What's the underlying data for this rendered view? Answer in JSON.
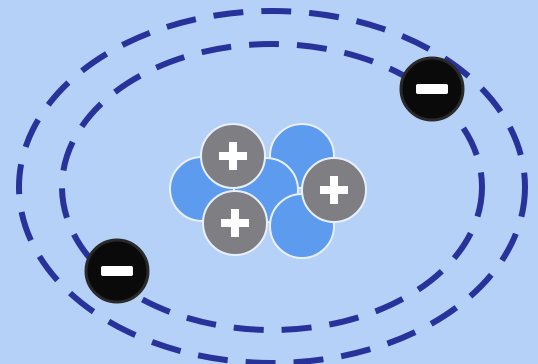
{
  "diagram": {
    "background": "#b6d1f8",
    "orbit_color": "#27339a",
    "particles": {
      "proton": {
        "color": "#7f7f83",
        "sign": "+",
        "count": 3
      },
      "neutron": {
        "color": "#5d9bee",
        "count": 4
      },
      "electron": {
        "color": "#0a0a0a",
        "sign": "−",
        "count": 2
      }
    },
    "orbits": {
      "count": 2,
      "style": "dashed"
    }
  }
}
